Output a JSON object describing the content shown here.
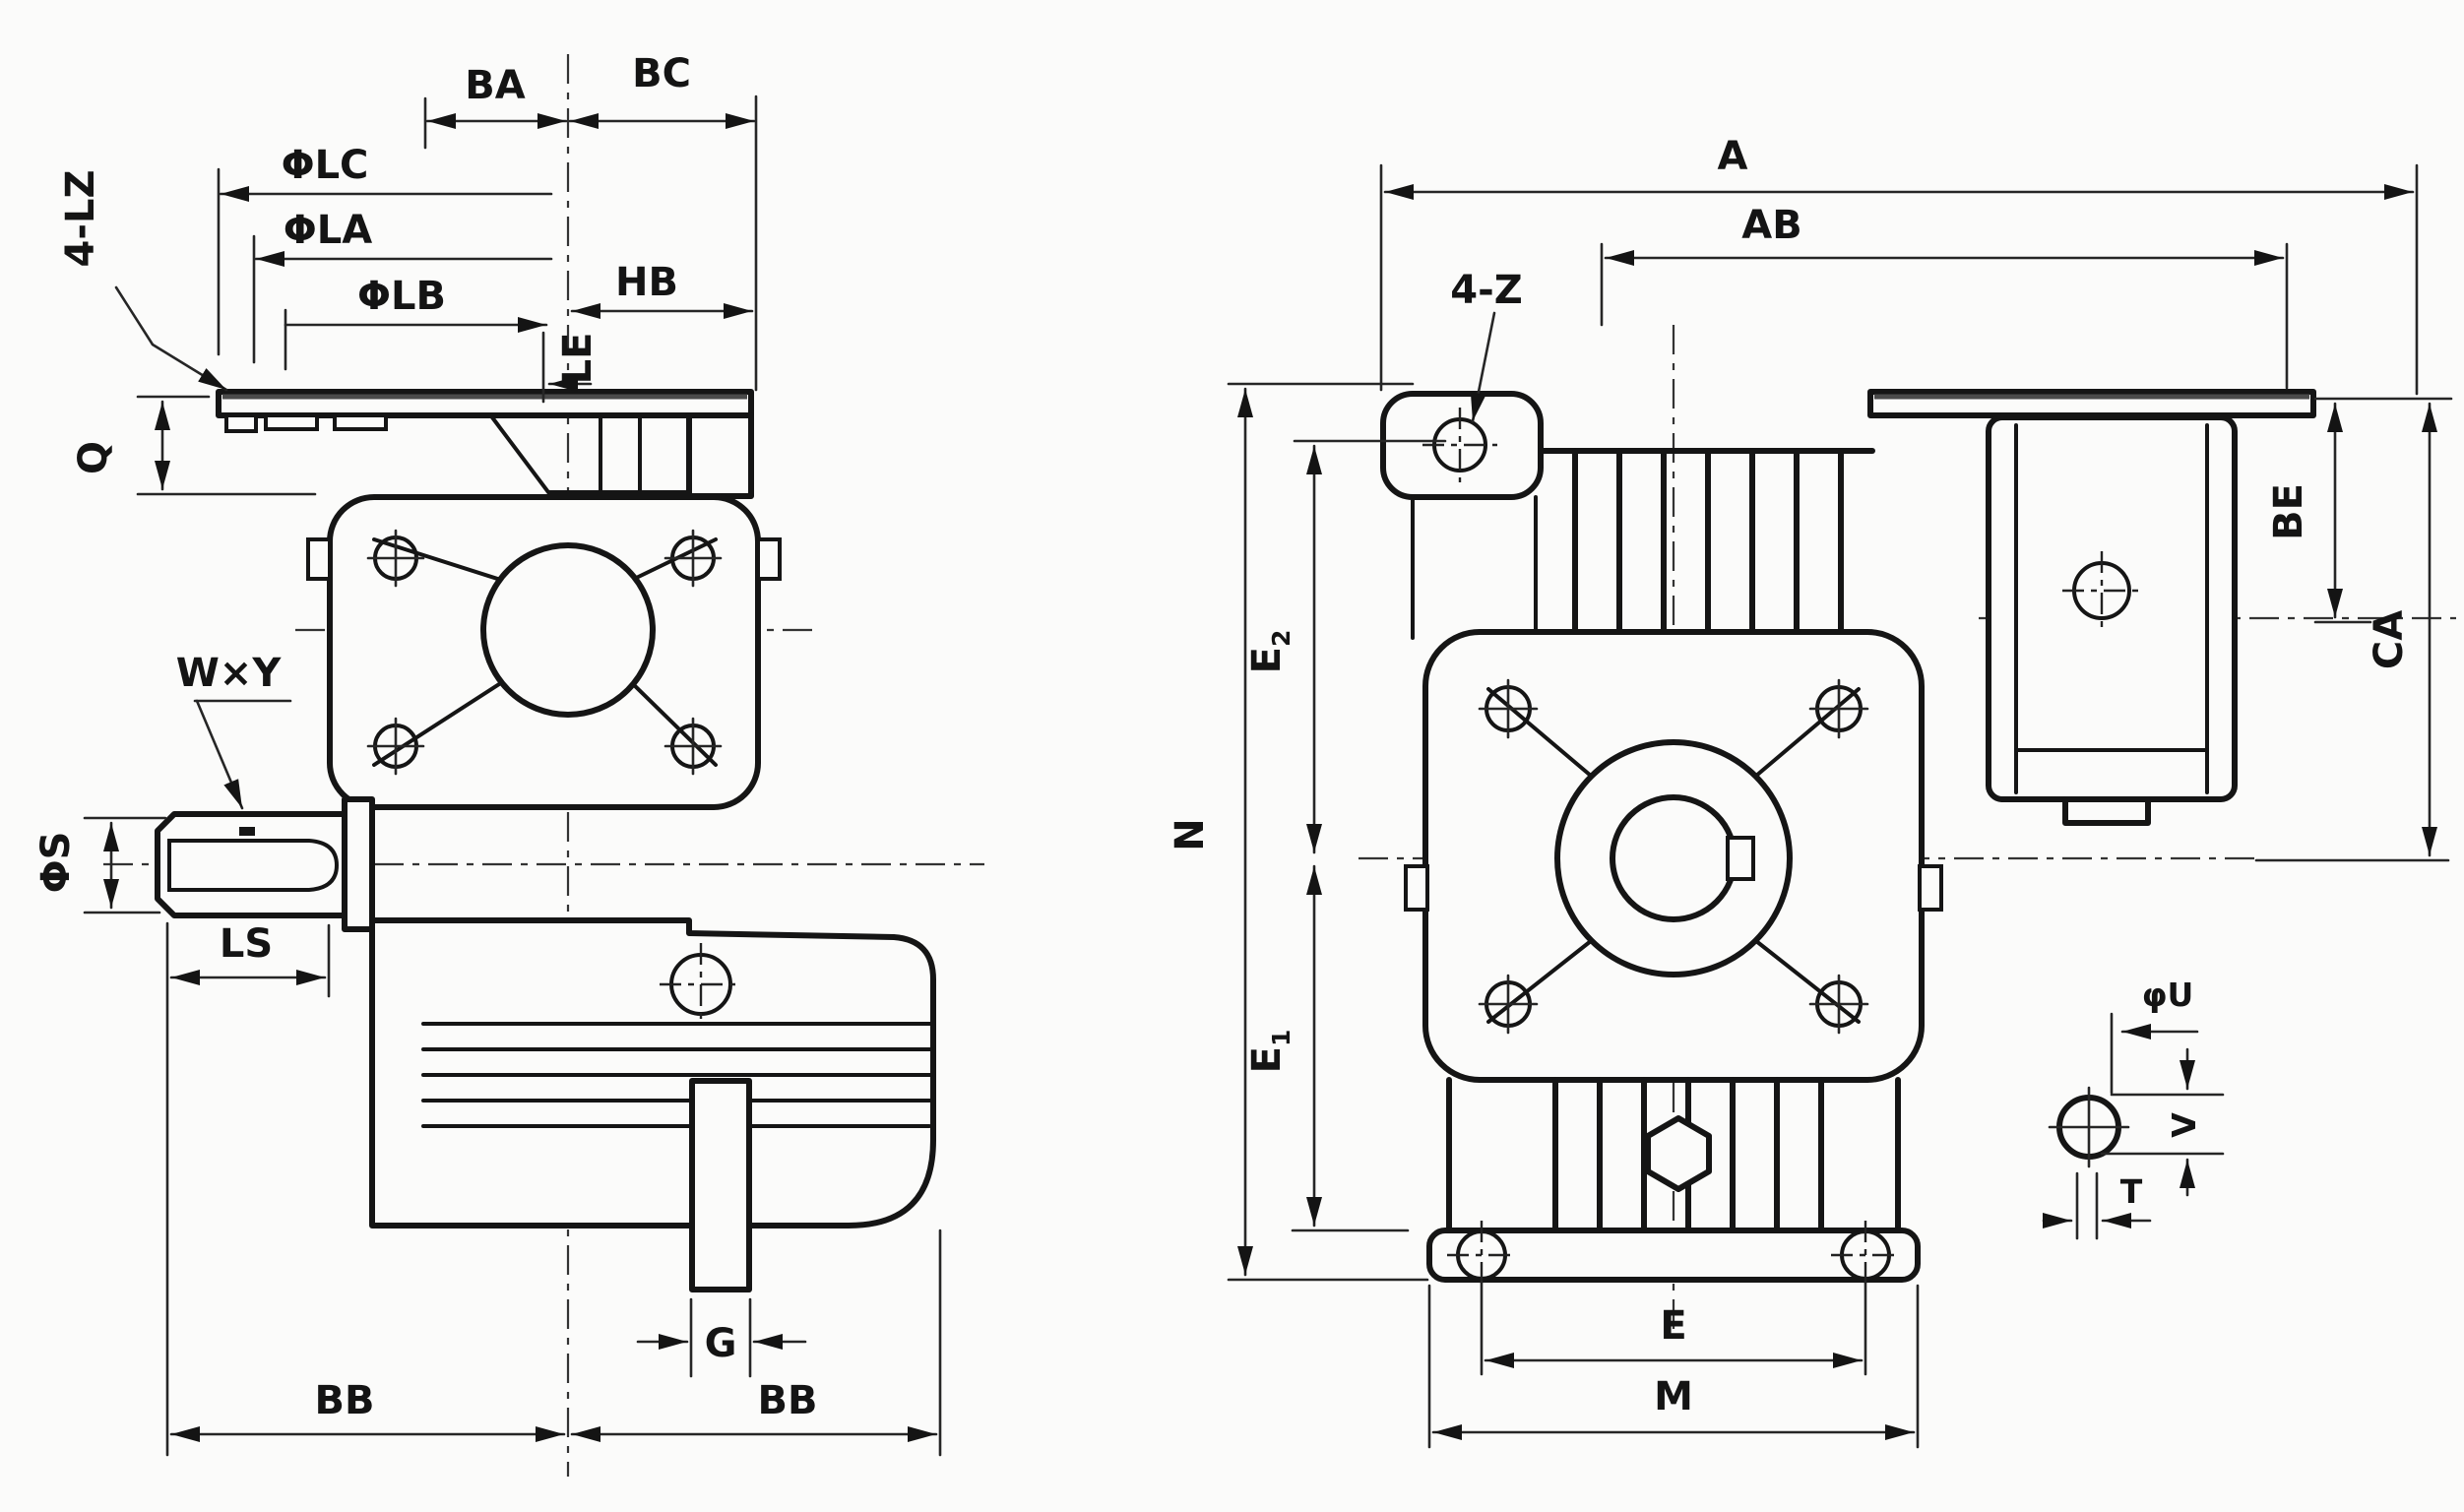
{
  "side_view": {
    "labels": {
      "ba": "BA",
      "bc": "BC",
      "phi_lc": "ΦLC",
      "phi_la": "ΦLA",
      "phi_lb": "ΦLB",
      "hb": "HB",
      "le": "LE",
      "four_lz": "4-LZ",
      "q": "Q",
      "wxy": "W×Y",
      "phi_s": "ΦS",
      "ls": "LS",
      "g": "G",
      "bb_left": "BB",
      "bb_right": "BB"
    }
  },
  "front_view": {
    "labels": {
      "a": "A",
      "ab": "AB",
      "four_z": "4-Z",
      "be": "BE",
      "ca": "CA",
      "n": "N",
      "e2_base": "E",
      "e2_sub": "2",
      "e1_base": "E",
      "e1_sub": "1",
      "phi_u": "φU",
      "v": "V",
      "t": "T",
      "e": "E",
      "m": "M"
    }
  }
}
